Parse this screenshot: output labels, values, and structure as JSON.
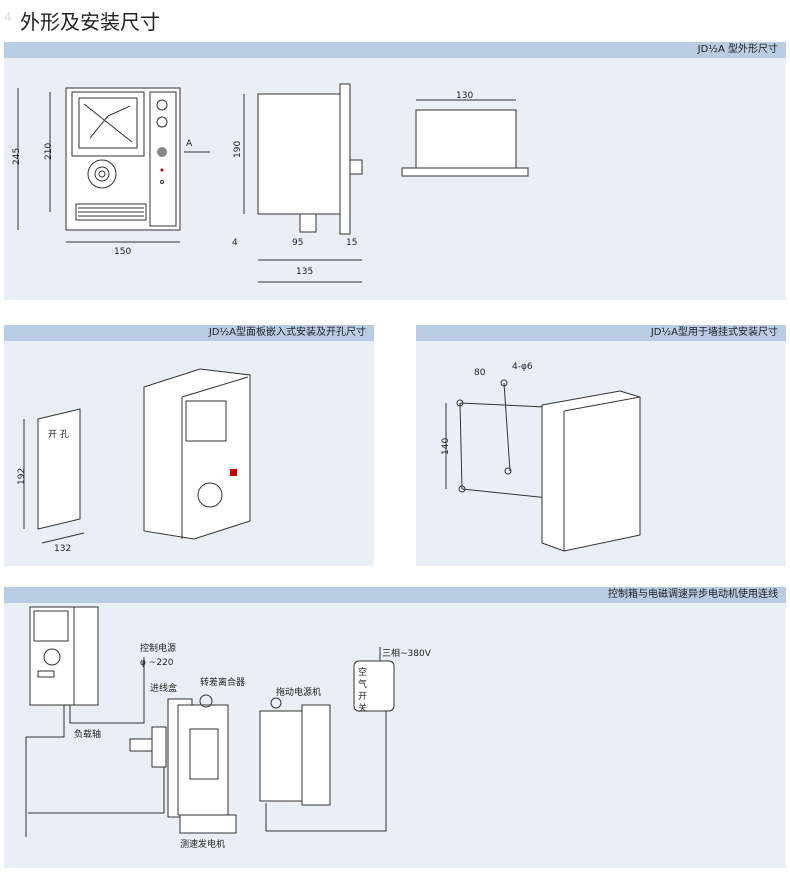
{
  "page": {
    "number": "4",
    "title": "外形及安装尺寸"
  },
  "panel1": {
    "header": "JD½A 型外形尺寸",
    "dims": {
      "h245": "245",
      "h210": "210",
      "w150": "150",
      "arrow": "A",
      "h190": "190",
      "w4": "4",
      "w95": "95",
      "w15": "15",
      "w135": "135",
      "w130": "130"
    }
  },
  "panel2": {
    "header": "JD½A型面板嵌入式安装及开孔尺寸",
    "cutout_label": "开 孔",
    "h192": "192",
    "w132": "132"
  },
  "panel3": {
    "header": "JD½A型用于墙挂式安装尺寸",
    "w80": "80",
    "holes": "4-φ6",
    "h140": "140"
  },
  "panel4": {
    "header": "控制箱与电磁调速异步电动机使用连线",
    "labels": {
      "control_power": "控制电源",
      "v220": "φ ~220",
      "junction_box": "进线盒",
      "clutch": "转差离合器",
      "drive_motor": "拖动电源机",
      "load_shaft": "负载轴",
      "tacho": "测速发电机",
      "three_phase": "三相~380V",
      "breaker": [
        "空",
        "气",
        "开",
        "关"
      ]
    }
  }
}
